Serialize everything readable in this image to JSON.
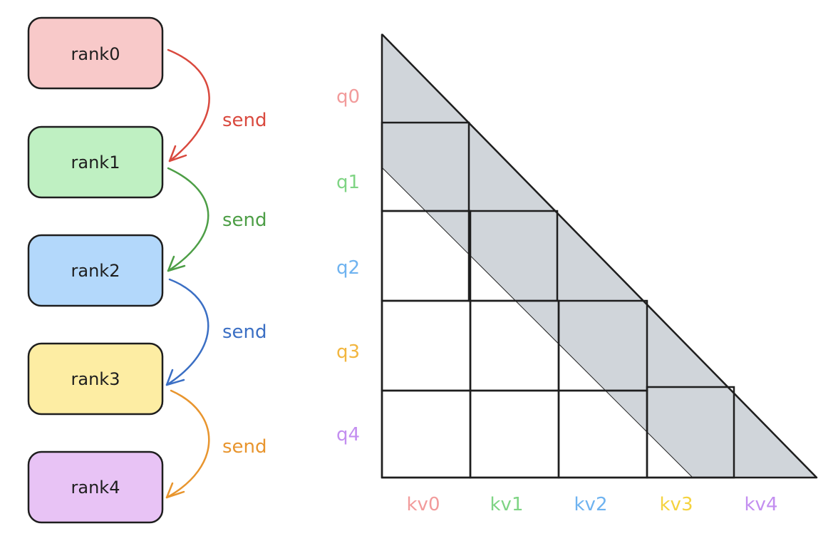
{
  "ranks": [
    {
      "label": "rank0",
      "fill": "#f8c9c9",
      "text_color": "#1e1e1e"
    },
    {
      "label": "rank1",
      "fill": "#bff0c2",
      "text_color": "#1e1e1e"
    },
    {
      "label": "rank2",
      "fill": "#b3d8fb",
      "text_color": "#1e1e1e"
    },
    {
      "label": "rank3",
      "fill": "#fdeda3",
      "text_color": "#1e1e1e"
    },
    {
      "label": "rank4",
      "fill": "#e8c3f5",
      "text_color": "#1e1e1e"
    }
  ],
  "sends": [
    {
      "label": "send",
      "color": "#d9493e"
    },
    {
      "label": "send",
      "color": "#4d9e46"
    },
    {
      "label": "send",
      "color": "#3b6fc4"
    },
    {
      "label": "send",
      "color": "#e8952e"
    }
  ],
  "q_labels": [
    {
      "label": "q0",
      "color": "#f29b9b"
    },
    {
      "label": "q1",
      "color": "#7fd484"
    },
    {
      "label": "q2",
      "color": "#6fb3f0"
    },
    {
      "label": "q3",
      "color": "#f2b63f"
    },
    {
      "label": "q4",
      "color": "#c38ef0"
    }
  ],
  "kv_labels": [
    {
      "label": "kv0",
      "color": "#f29b9b"
    },
    {
      "label": "kv1",
      "color": "#7fd484"
    },
    {
      "label": "kv2",
      "color": "#6fb3f0"
    },
    {
      "label": "kv3",
      "color": "#f5d33f"
    },
    {
      "label": "kv4",
      "color": "#c38ef0"
    }
  ],
  "colors": {
    "band_fill": "#d0d5da",
    "stroke": "#1e1e1e"
  }
}
